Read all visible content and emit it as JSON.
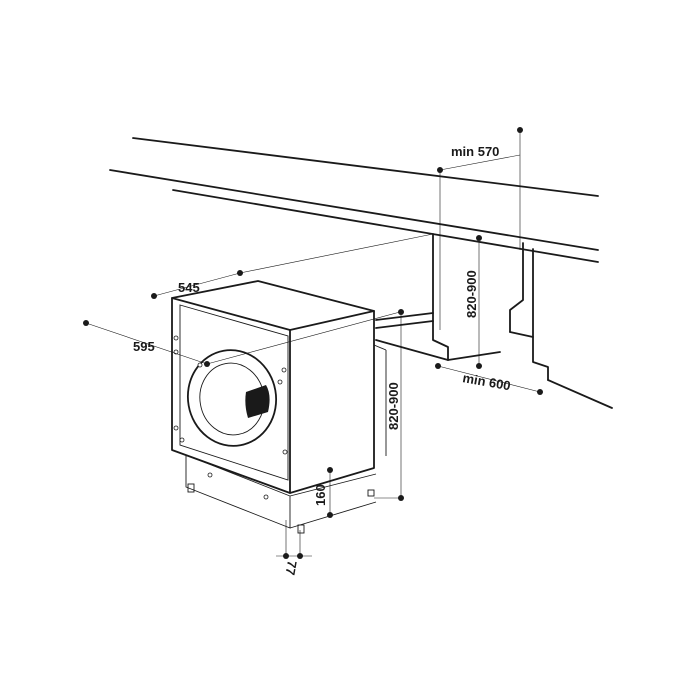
{
  "diagram": {
    "dimensions": {
      "min_depth_top": "min 570",
      "recess_height": "820-900",
      "min_width_floor": "min 600",
      "appliance_depth": "545",
      "appliance_width": "595",
      "appliance_height": "820-900",
      "plinth_height": "160",
      "foot_offset": "77"
    }
  }
}
